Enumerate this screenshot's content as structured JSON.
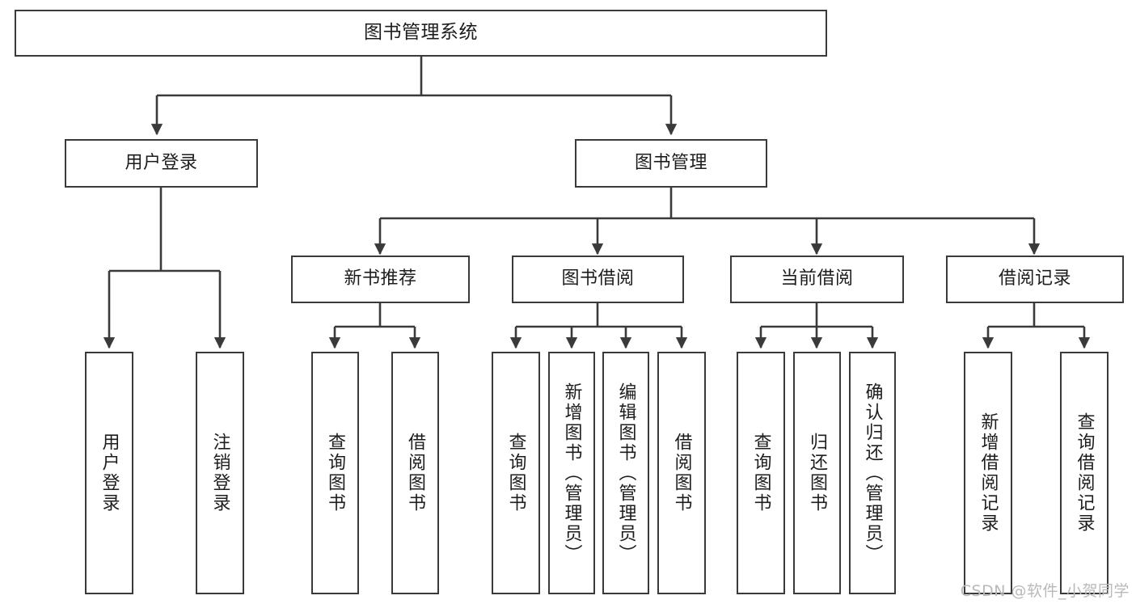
{
  "diagram": {
    "title": "图书管理系统",
    "watermark": "CSDN @软件_小贺同学",
    "colors": {
      "stroke": "#3a3a3a",
      "fill": "#ffffff",
      "text": "#1d1d1d",
      "watermark": "#b9b9b9"
    },
    "nodes": {
      "root": "图书管理系统",
      "level2": {
        "user_login": "用户登录",
        "book_manage": "图书管理"
      },
      "level3": {
        "new_book_recommend": "新书推荐",
        "book_borrow": "图书借阅",
        "current_borrow": "当前借阅",
        "borrow_record": "借阅记录"
      },
      "leaves": {
        "user_login_1": "用户登录",
        "user_login_2": "注销登录",
        "recommend_1": "查询图书",
        "recommend_2": "借阅图书",
        "borrow_1": "查询图书",
        "borrow_2": "新增图书（管理员）",
        "borrow_3": "编辑图书（管理员）",
        "borrow_4": "借阅图书",
        "current_1": "查询图书",
        "current_2": "归还图书",
        "current_3": "确认归还（管理员）",
        "record_1": "新增借阅记录",
        "record_2": "查询借阅记录"
      }
    }
  }
}
